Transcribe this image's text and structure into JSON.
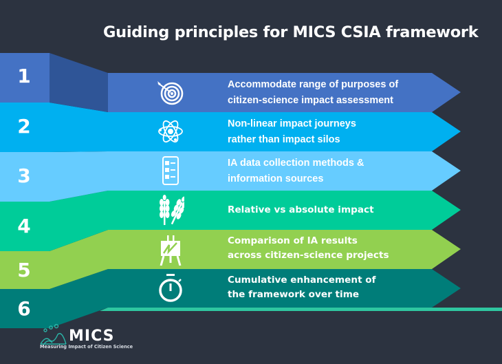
{
  "title": "Guiding principles for MICS CSIA framework",
  "colors": {
    "background": "#2c3340",
    "band_1": "#4472c4",
    "band_1_fold": "#2f5597",
    "band_2": "#00b0f0",
    "band_3": "#66ccff",
    "band_4": "#00cc99",
    "band_5": "#92d050",
    "band_6": "#007d79",
    "baseline": "#2fc7a0",
    "logo_accent": "#2bb5a8"
  },
  "principles": [
    {
      "number": "1",
      "icon": "target-arrow-icon",
      "line1": "Accommodate range of purposes of",
      "line2": "citizen-science impact assessment"
    },
    {
      "number": "2",
      "icon": "atom-icon",
      "line1": "Non-linear impact journeys",
      "line2": "rather than impact silos"
    },
    {
      "number": "3",
      "icon": "checklist-icon",
      "line1": "IA data collection methods &",
      "line2": "information sources"
    },
    {
      "number": "4",
      "icon": "wheat-icon",
      "line1": "Relative vs absolute impact",
      "line2": ""
    },
    {
      "number": "5",
      "icon": "easel-chart-icon",
      "line1": "Comparison of IA results",
      "line2": "across citizen-science projects"
    },
    {
      "number": "6",
      "icon": "stopwatch-icon",
      "line1": "Cumulative enhancement of",
      "line2": "the framework over time"
    }
  ],
  "logo": {
    "name": "MICS",
    "tagline": "Measuring Impact of Citizen Science"
  }
}
